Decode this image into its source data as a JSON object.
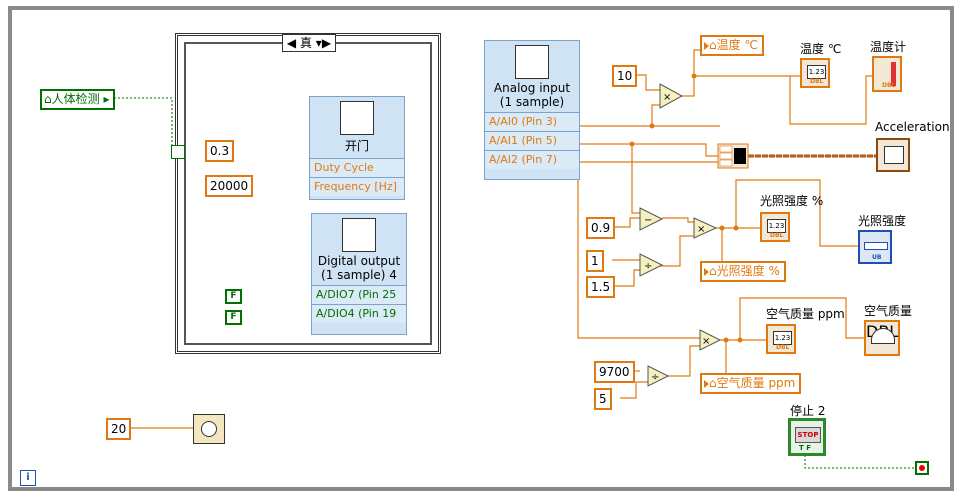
{
  "case_selector": {
    "value": "真"
  },
  "locals": {
    "human_detect": "人体检测",
    "temp_c": "温度 ℃",
    "light": "光照强度  %",
    "air": "空气质量 ppm"
  },
  "constants": {
    "duty": "0.3",
    "freq": "20000",
    "k10": "10",
    "k09": "0.9",
    "k1": "1",
    "k15": "1.5",
    "k9700": "9700",
    "k5": "5",
    "wait": "20"
  },
  "bool_consts": {
    "f1": "F",
    "f2": "F"
  },
  "express_pwm": {
    "title": "开门",
    "rows": [
      "Duty Cycle",
      "Frequency [Hz]"
    ]
  },
  "express_dout": {
    "title": "Digital output\n(1 sample) 4",
    "rows": [
      "A/DIO7 (Pin 25",
      "A/DIO4 (Pin 19"
    ]
  },
  "express_ain": {
    "title": "Analog input\n(1 sample)",
    "rows": [
      "A/AI0 (Pin 3)",
      "A/AI1 (Pin 5)",
      "A/AI2 (Pin 7)"
    ]
  },
  "labels": {
    "temp_c": "温度 ℃",
    "thermometer": "温度计",
    "accel": "Acceleration",
    "light_pct": "光照强度  %",
    "light": "光照强度",
    "air_ppm": "空气质量 ppm",
    "air": "空气质量",
    "stop": "停止 2"
  },
  "indicator_texts": {
    "num": "1.23",
    "dbl": "DBL",
    "ub": "UB",
    "stop_face": "STOP",
    "tf": "T F"
  },
  "iteration": "i"
}
